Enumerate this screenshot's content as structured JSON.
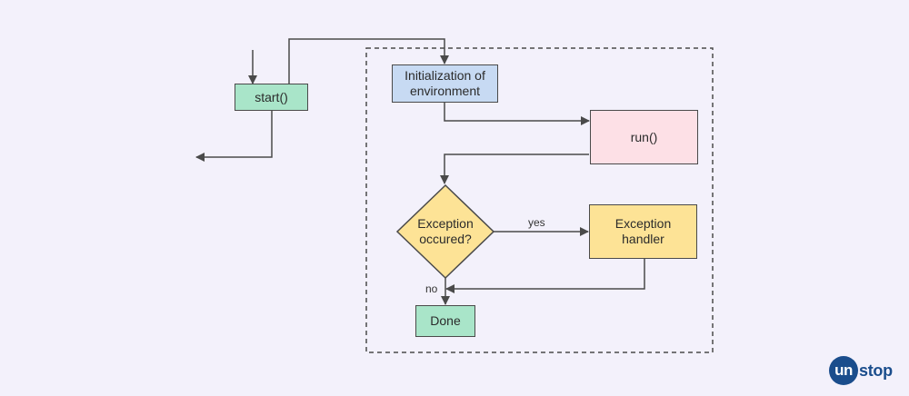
{
  "nodes": {
    "start": "start()",
    "init_line1": "Initialization of",
    "init_line2": "environment",
    "run": "run()",
    "decision_line1": "Exception",
    "decision_line2": "occured?",
    "handler_line1": "Exception",
    "handler_line2": "handler",
    "done": "Done"
  },
  "edge_labels": {
    "yes": "yes",
    "no": "no"
  },
  "logo": {
    "part1": "un",
    "part2": "stop"
  },
  "colors": {
    "background": "#f3f1fb",
    "green": "#a9e5c9",
    "blue": "#c7daf3",
    "pink": "#fde0e6",
    "yellow": "#fde396",
    "line": "#4a4a4a",
    "brand": "#1a4d8c"
  }
}
